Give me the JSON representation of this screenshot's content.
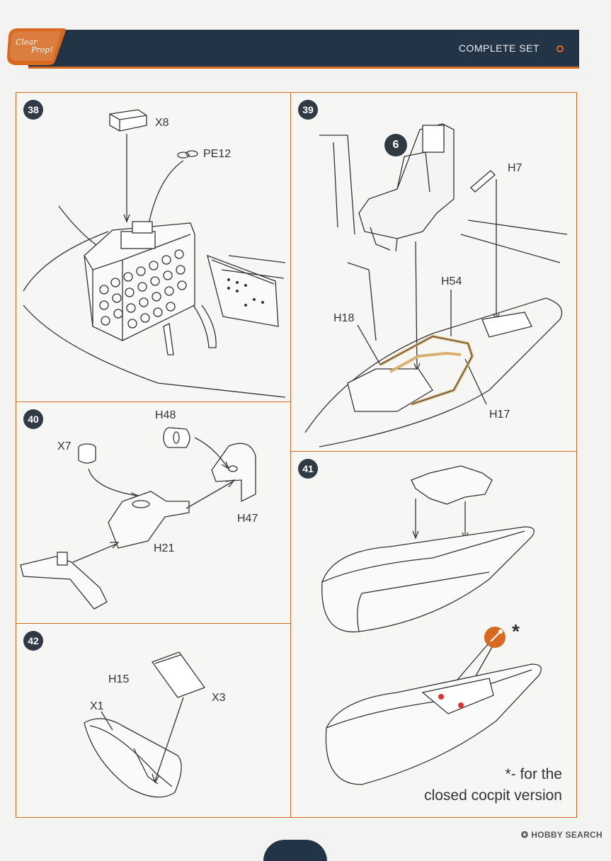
{
  "header": {
    "logo_text": "Clear Prop!",
    "title": "COMPLETE SET",
    "accent_color": "#d8691f",
    "bar_color": "#243447"
  },
  "steps": [
    {
      "number": "38",
      "labels": [
        "X8",
        "PE12"
      ]
    },
    {
      "number": "39",
      "labels": [
        "6",
        "H7",
        "H54",
        "H18",
        "H17"
      ]
    },
    {
      "number": "40",
      "labels": [
        "H48",
        "X7",
        "H47",
        "H21"
      ]
    },
    {
      "number": "41",
      "labels": [
        "*"
      ],
      "note_line1": "*- for the",
      "note_line2": "closed cocpit version"
    },
    {
      "number": "42",
      "labels": [
        "H15",
        "X1",
        "X3"
      ]
    }
  ],
  "footer": {
    "brand": "HOBBY SEARCH",
    "brand_icon": "hobby-search-logo-icon"
  }
}
